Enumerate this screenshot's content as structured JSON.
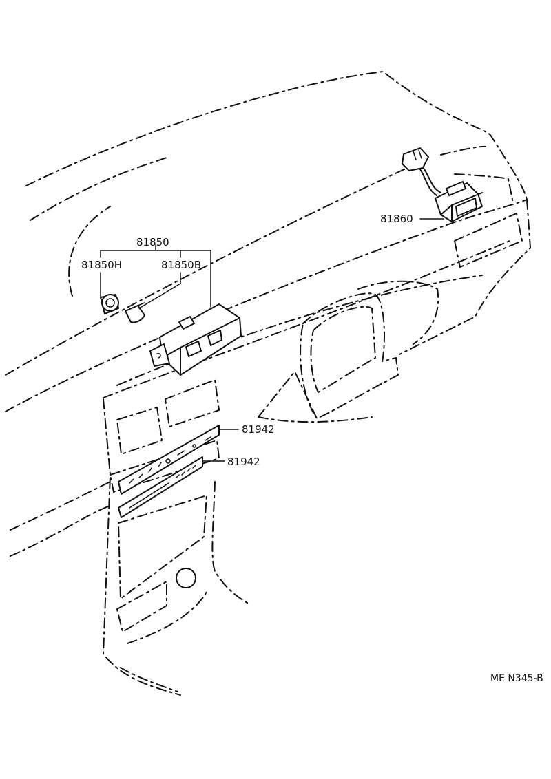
{
  "labels": {
    "group": "81850",
    "socket": "81850H",
    "bulb": "81850B",
    "switch": "81860",
    "panel_upper": "81942",
    "panel_lower": "81942"
  },
  "diagram_code": "ME N345-B"
}
